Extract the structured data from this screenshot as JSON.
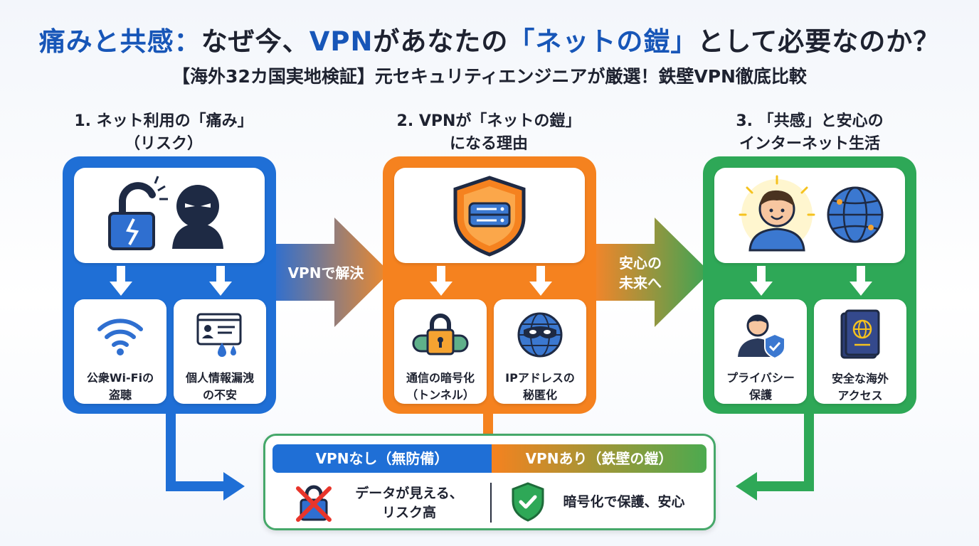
{
  "header": {
    "title_part1": "痛みと共感：",
    "title_part2": "なぜ今、",
    "title_part3": "VPN",
    "title_part4": "があなたの",
    "title_part5": "「ネットの鎧」",
    "title_part6": "として必要なのか？",
    "subtitle": "【海外32カ国実地検証】元セキュリティエンジニアが厳選！鉄壁VPN徹底比較"
  },
  "columns": [
    {
      "title_line1": "1. ネット利用の「痛み」",
      "title_line2": "（リスク）",
      "items": [
        {
          "line1": "公衆Wi-Fiの",
          "line2": "盗聴",
          "icon": "wifi-icon"
        },
        {
          "line1": "個人情報漏洩",
          "line2": "の不安",
          "icon": "data-leak-icon"
        }
      ],
      "color": "#1f6fd6"
    },
    {
      "title_line1": "2. VPNが「ネットの鎧」",
      "title_line2": "になる理由",
      "items": [
        {
          "line1": "通信の暗号化",
          "line2": "（トンネル）",
          "icon": "padlock-tunnel-icon"
        },
        {
          "line1": "IPアドレスの",
          "line2": "秘匿化",
          "icon": "masked-globe-icon"
        }
      ],
      "color": "#f5821f"
    },
    {
      "title_line1": "3. 「共感」と安心の",
      "title_line2": "インターネット生活",
      "items": [
        {
          "line1": "プライバシー",
          "line2": "保護",
          "icon": "user-shield-icon"
        },
        {
          "line1": "安全な海外",
          "line2": "アクセス",
          "icon": "passport-icon"
        }
      ],
      "color": "#2ea857"
    }
  ],
  "arrows": {
    "arrow1_label": "VPNで解決",
    "arrow2_line1": "安心の",
    "arrow2_line2": "未来へ"
  },
  "comparison": {
    "left_header": "VPNなし（無防備）",
    "right_header": "VPNあり（鉄壁の鎧）",
    "left_line1": "データが見える、",
    "left_line2": "リスク高",
    "right_text": "暗号化で保護、安心"
  },
  "colors": {
    "blue": "#1f6fd6",
    "orange": "#f5821f",
    "green": "#2ea857",
    "title_blue": "#1756b8"
  }
}
